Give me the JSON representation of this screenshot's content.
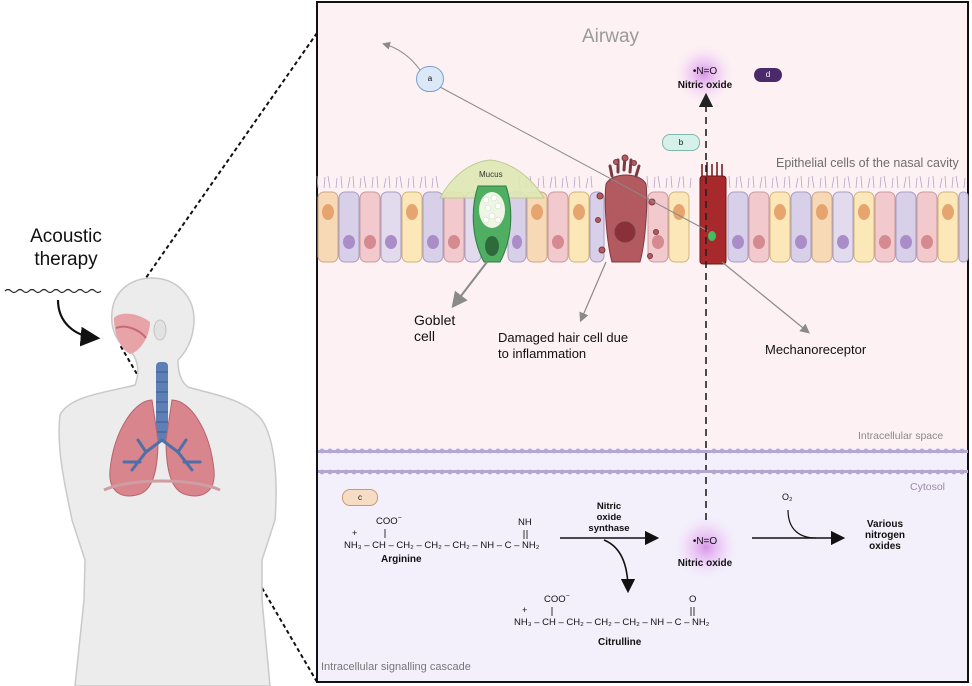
{
  "left_panel": {
    "title": "Acoustic\ntherapy"
  },
  "airway": {
    "title": "Airway",
    "epithelial_label": "Epithelial cells of the nasal cavity",
    "mucus_label": "Mucus",
    "goblet_label": "Goblet\ncell",
    "damaged_label": "Damaged hair cell due\nto inflammation",
    "mechanoreceptor_label": "Mechanoreceptor",
    "no_symbol": "•N=O",
    "no_name": "Nitric oxide"
  },
  "badges": {
    "a": "a",
    "b": "b",
    "c": "c",
    "d": "d"
  },
  "membrane": {
    "intracellular_space": "Intracellular space",
    "cytosol": "Cytosol"
  },
  "cytosol": {
    "arginine": {
      "line1": "COO",
      "line1_sup": "−",
      "plus": "+",
      "formula": "NH₃ – CH – CH₂ – CH₂ – CH₂ – NH – C – NH₂",
      "nh_top": "NH",
      "name": "Arginine"
    },
    "enzyme": "Nitric\noxide\nsynthase",
    "no_symbol": "•N=O",
    "no_name": "Nitric oxide",
    "o2": "O₂",
    "product": "Various\nnitrogen\noxides",
    "citrulline": {
      "line1": "COO",
      "line1_sup": "−",
      "plus": "+",
      "formula": "NH₃ – CH – CH₂ – CH₂ – CH₂ – NH – C – NH₂",
      "o_top": "O",
      "name": "Citrulline"
    },
    "cascade_label": "Intracellular signalling cascade"
  },
  "colors": {
    "airway_bg": "#fdf1f3",
    "cytosol_bg": "#f3effb",
    "membrane": "#b4a6cf",
    "no_glow": "#d48be6",
    "mechanoreceptor": "#a8292b"
  }
}
